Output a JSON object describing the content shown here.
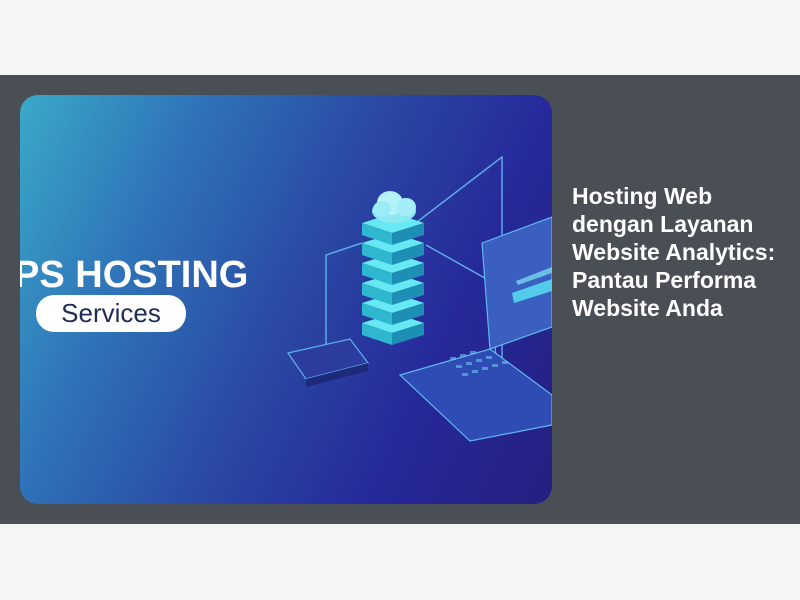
{
  "article": {
    "title": "Hosting Web dengan Layanan Website Analytics: Pantau Performa Website Anda",
    "image": {
      "banner_text": "PS HOSTING",
      "badge_text": "Services"
    }
  },
  "colors": {
    "page_background": "#f4f5f7",
    "band_background": "#4a4e55",
    "title_text": "#ffffff",
    "server_glow": "#5fe6f0"
  }
}
